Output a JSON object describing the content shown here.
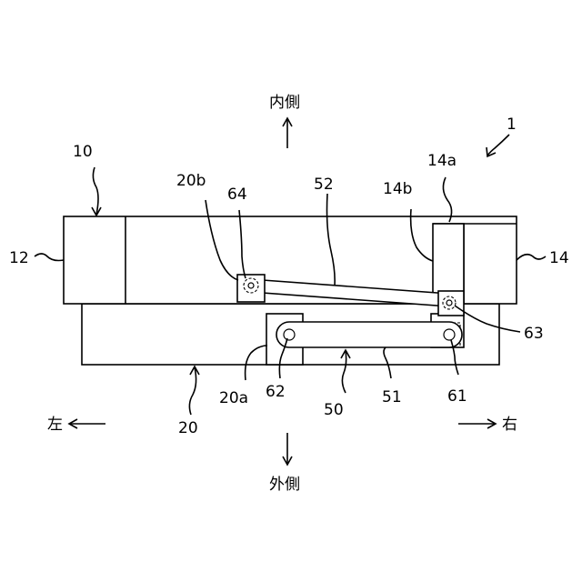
{
  "labels": {
    "inner": "内側",
    "outer": "外側",
    "left": "左",
    "right": "右",
    "assembly": "1",
    "frame10": "10",
    "part12": "12",
    "part14": "14",
    "part14a": "14a",
    "part14b": "14b",
    "frame20": "20",
    "part20a": "20a",
    "part20b": "20b",
    "link50": "50",
    "link51": "51",
    "link52": "52",
    "pivot61": "61",
    "pivot62": "62",
    "pivot63": "63",
    "pivot64": "64"
  }
}
